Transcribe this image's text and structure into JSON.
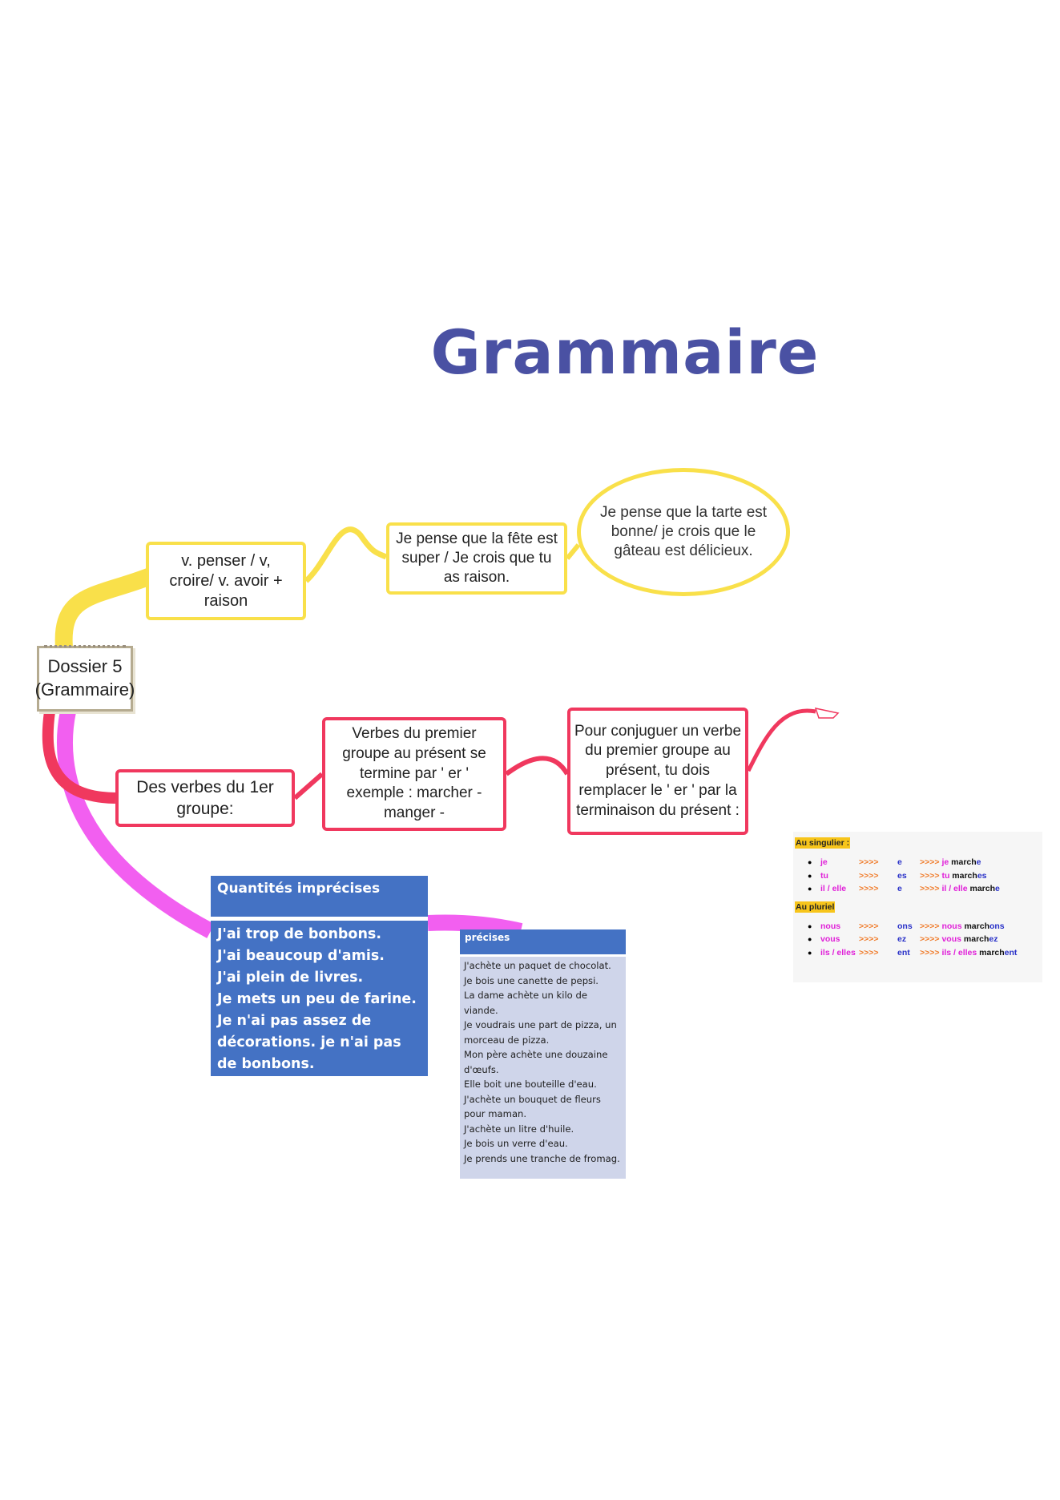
{
  "title": "Grammaire",
  "root": {
    "label": "Dossier 5 (Grammaire)"
  },
  "yellow_branch": {
    "node1": "v. penser / v, croire/ v. avoir + raison",
    "node2": "Je pense que la fête est super / Je crois que tu as raison.",
    "node3": "Je pense que la tarte est bonne/ je crois que le gâteau est délicieux."
  },
  "red_branch": {
    "node1": "Des verbes du 1er groupe:",
    "node2": "Verbes du premier groupe au présent se termine par ' er ' exemple : marcher - manger -",
    "node3": "Pour conjuguer un verbe du premier groupe au présent, tu dois remplacer le ' er ' par la terminaison du présent :"
  },
  "imprecise": {
    "header": "Quantités imprécises",
    "lines": [
      "J'ai trop de bonbons.",
      "J'ai beaucoup d'amis.",
      "J'ai plein de livres.",
      "Je mets un peu de farine.",
      "Je n'ai pas assez de décorations. je n'ai pas de bonbons."
    ]
  },
  "precise": {
    "header": "précises",
    "lines": [
      "J'achète un paquet de chocolat.",
      "Je bois une canette de pepsi.",
      "La dame achète un kilo de viande.",
      "Je voudrais une part de pizza, un morceau de pizza.",
      "Mon père achète une douzaine d'œufs.",
      "Elle boit une bouteille d'eau.",
      "J'achète un bouquet de fleurs pour maman.",
      "J'achète un litre d'huile.",
      "Je bois un verre d'eau.",
      "Je prends une tranche de fromag."
    ]
  },
  "conjugation": {
    "singular_label": "Au singulier :",
    "plural_label": "Au pluriel",
    "arrow": ">>>>",
    "singular": [
      {
        "pronoun": "je",
        "ending": "e",
        "stem": "march"
      },
      {
        "pronoun": "tu",
        "ending": "es",
        "stem": "march"
      },
      {
        "pronoun": "il / elle",
        "ending": "e",
        "stem": "march"
      }
    ],
    "plural": [
      {
        "pronoun": "nous",
        "ending": "ons",
        "stem": "march"
      },
      {
        "pronoun": "vous",
        "ending": "ez",
        "stem": "march"
      },
      {
        "pronoun": "ils / elles",
        "ending": "ent",
        "stem": "march"
      }
    ]
  },
  "colors": {
    "title": "#4a51a3",
    "yellow": "#f9e04a",
    "red": "#f0385e",
    "pink": "#f25ff0",
    "blue": "#4472c4"
  }
}
